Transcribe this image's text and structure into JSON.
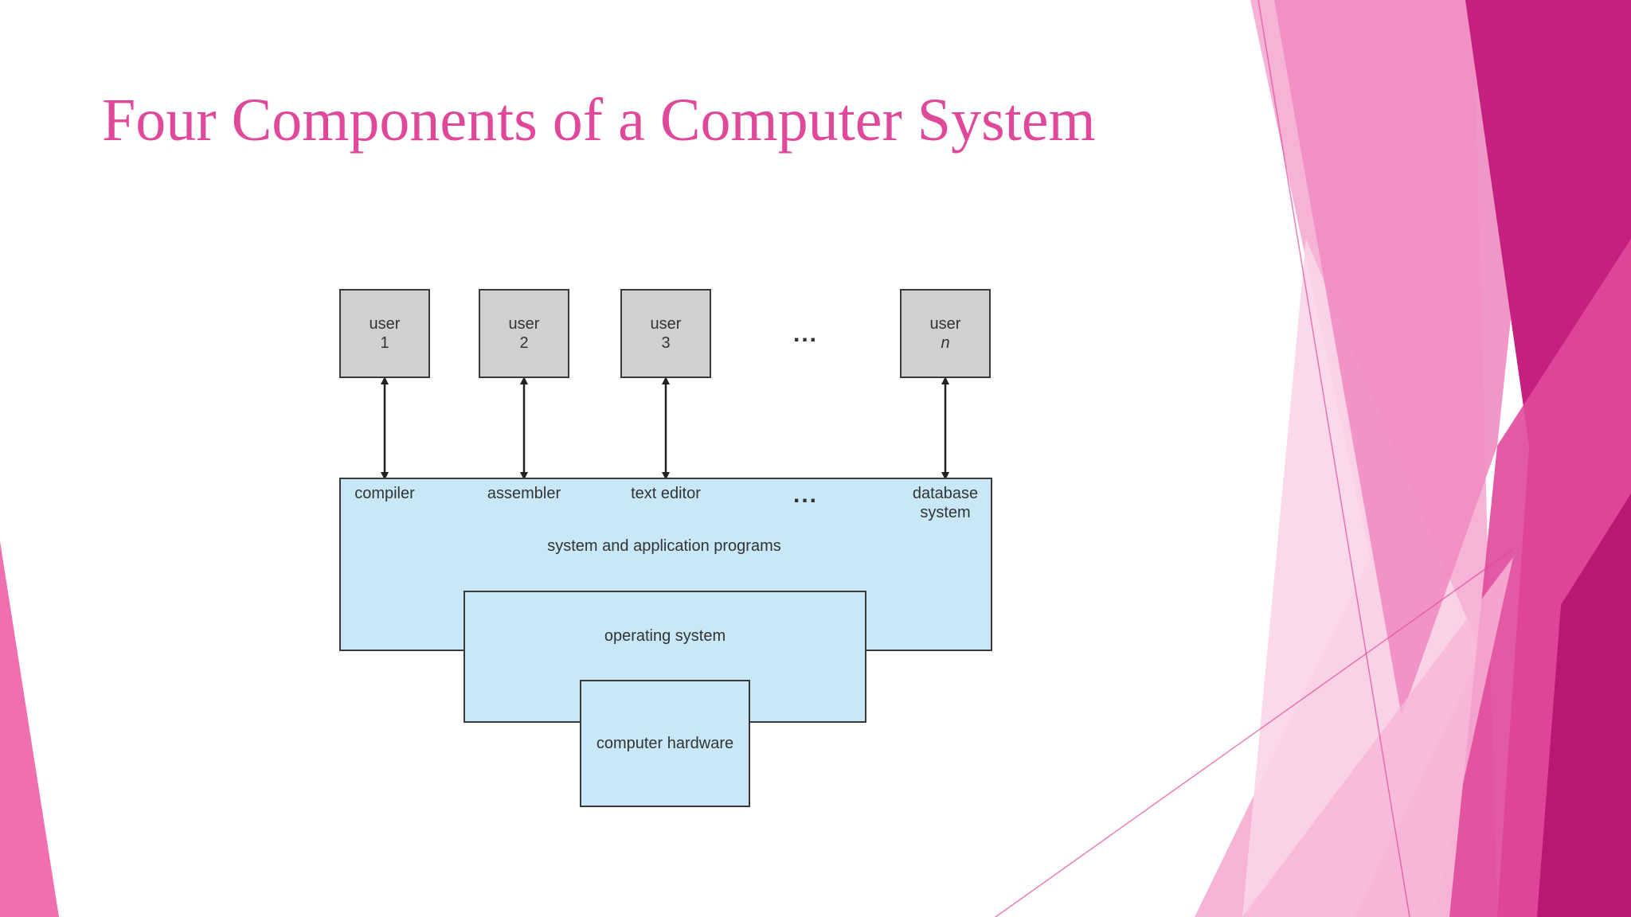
{
  "slide": {
    "title": "Four Components of a Computer System"
  },
  "diagram": {
    "users": [
      {
        "label": "user",
        "num": "1"
      },
      {
        "label": "user",
        "num": "2"
      },
      {
        "label": "user",
        "num": "3"
      },
      {
        "label": "user",
        "num": "n"
      }
    ],
    "ellipsis": "...",
    "programs": {
      "compiler": "compiler",
      "assembler": "assembler",
      "text_editor": "text editor",
      "database_line1": "database",
      "database_line2": "system",
      "layer_label": "system and application programs"
    },
    "os_label": "operating system",
    "hardware_label": "computer hardware"
  },
  "colors": {
    "title": "#e0489a",
    "user_box": "#d0d0d0",
    "layer": "#c8e8f8",
    "accent_dark": "#b8186f",
    "accent_mid": "#e0489a",
    "accent_light": "#f4a6cf"
  }
}
